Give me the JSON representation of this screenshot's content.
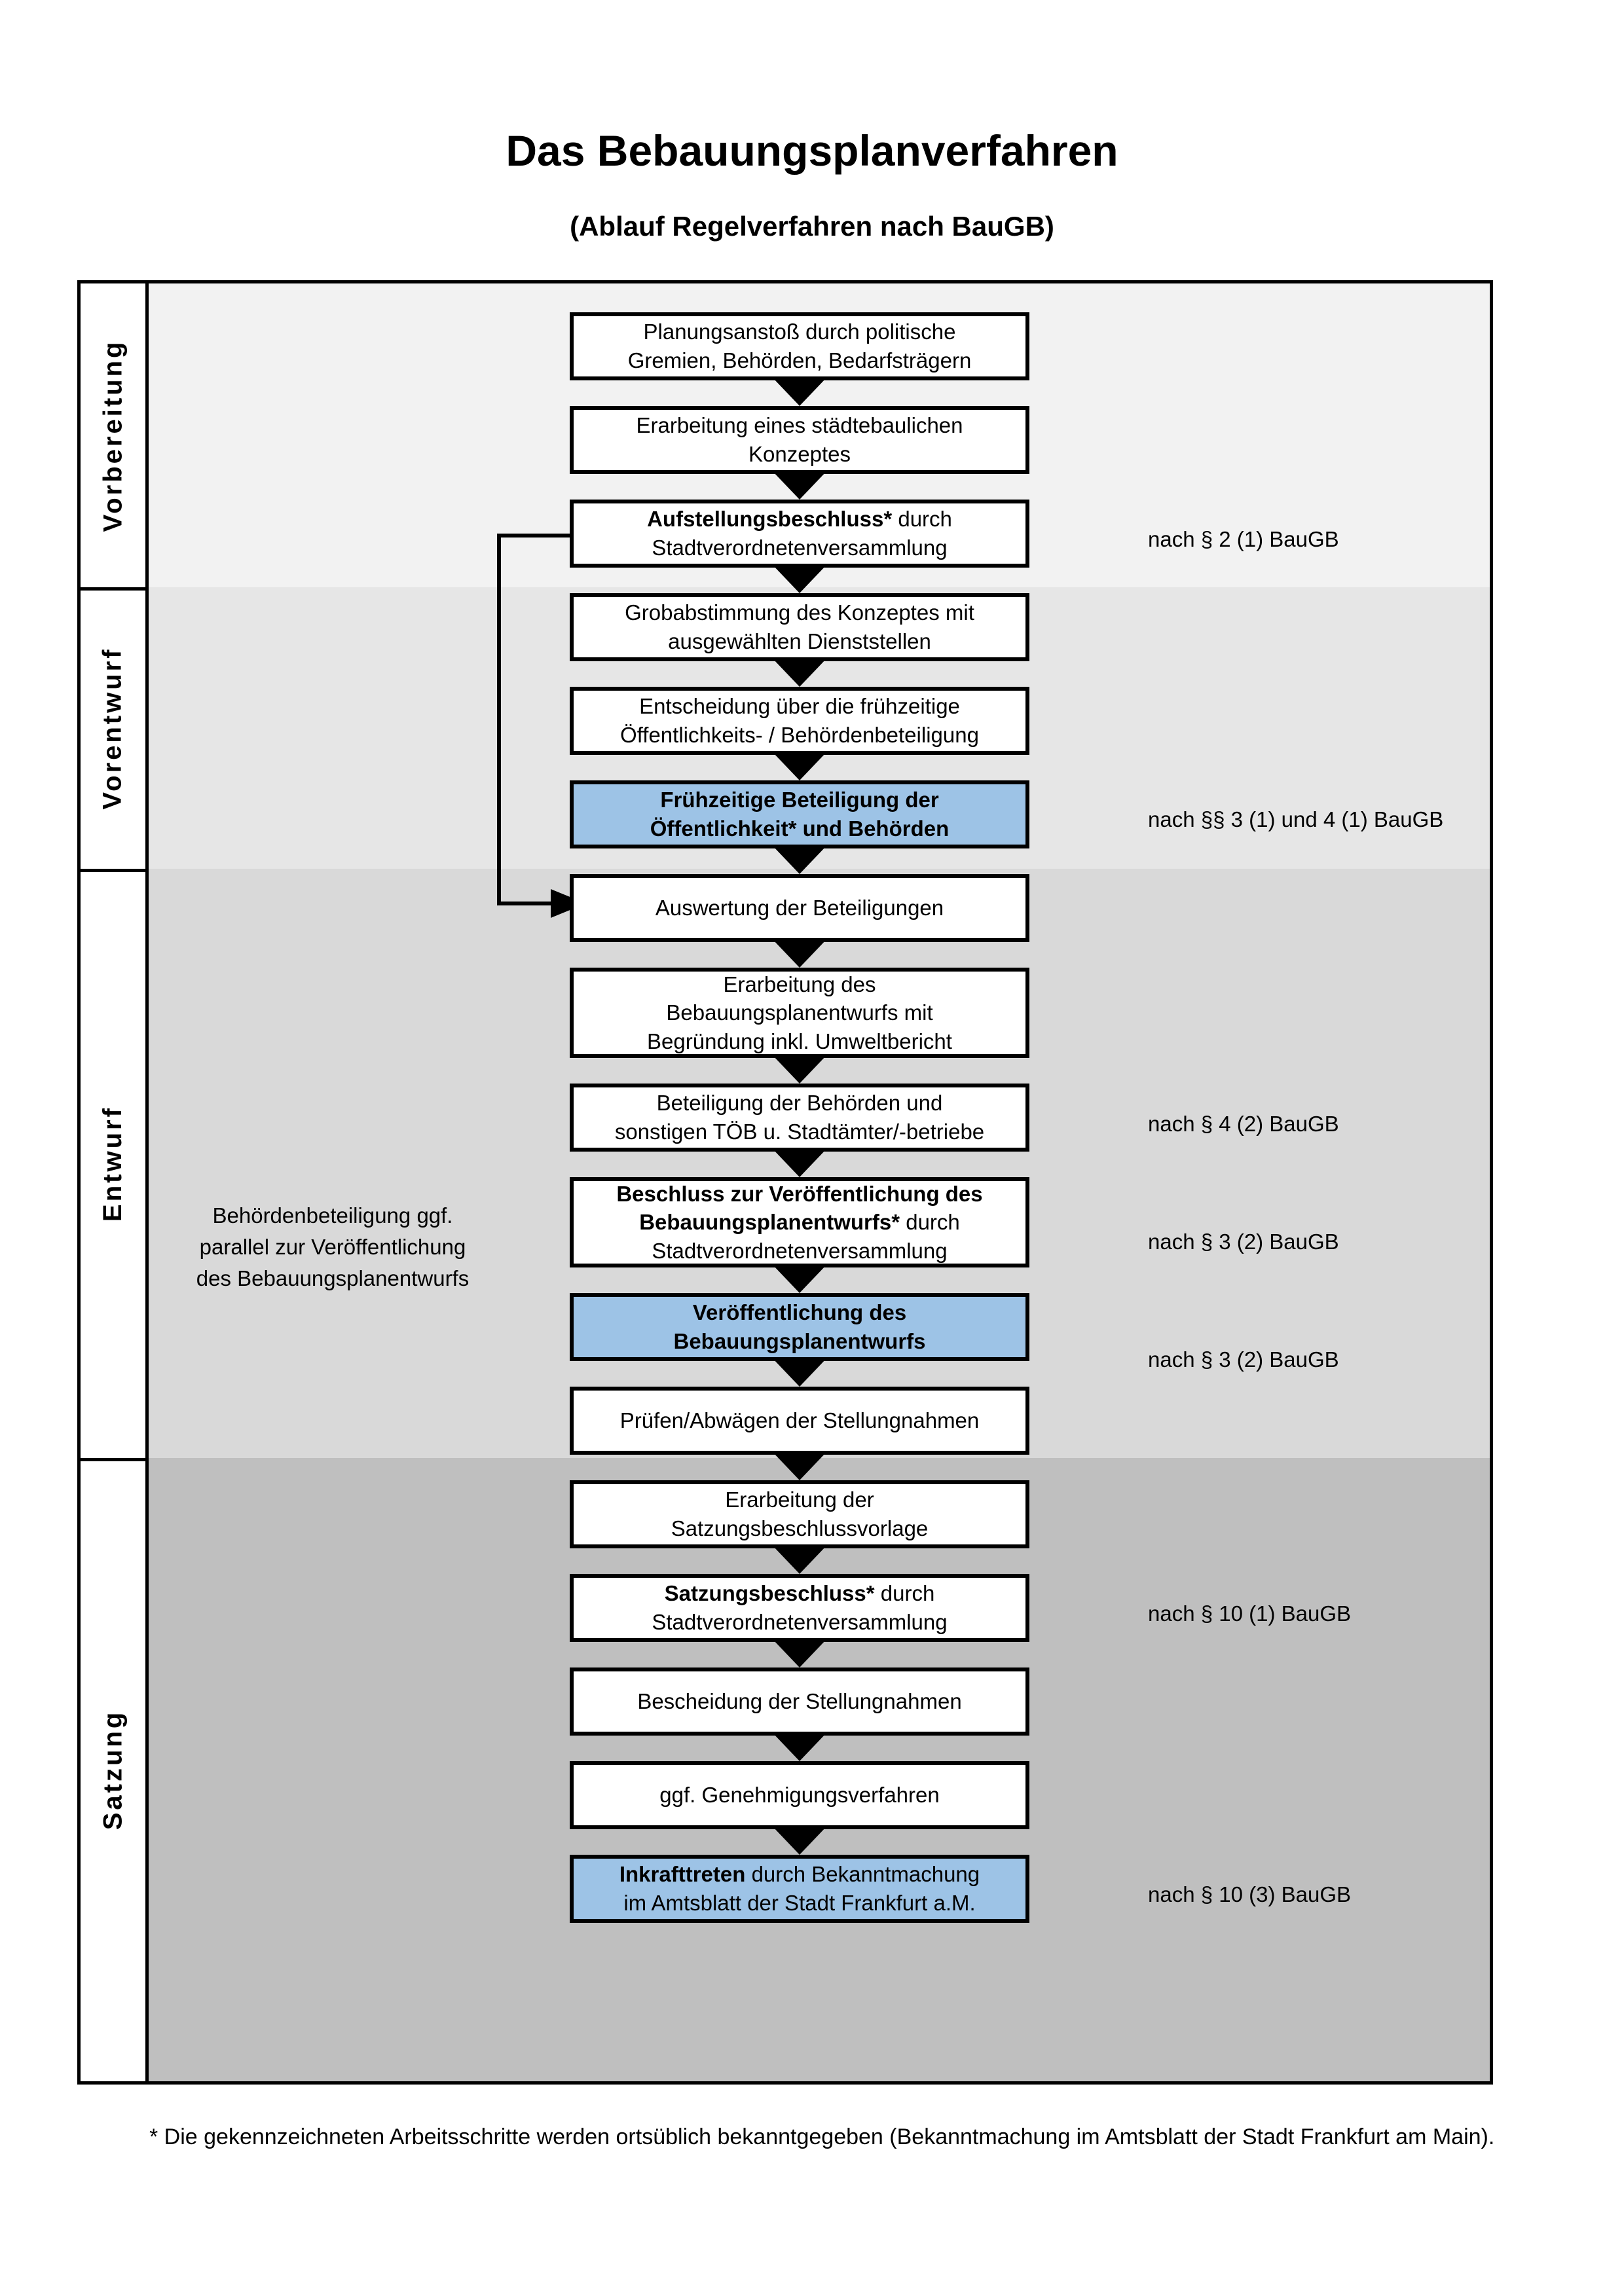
{
  "header": {
    "title": "Das Bebauungsplanverfahren",
    "subtitle": "(Ablauf Regelverfahren nach BauGB)"
  },
  "colors": {
    "highlight_blue": "#9DC3E6",
    "band_vorbereitung": "#F2F2F2",
    "band_vorentwurf": "#E6E6E6",
    "band_entwurf": "#D9D9D9",
    "band_satzung": "#BFBFBF",
    "stroke": "#000000"
  },
  "stages": [
    {
      "id": "vorbereitung",
      "label": "Vorbereitung",
      "fill": "#F2F2F2"
    },
    {
      "id": "vorentwurf",
      "label": "Vorentwurf",
      "fill": "#E6E6E6"
    },
    {
      "id": "entwurf",
      "label": "Entwurf",
      "fill": "#D9D9D9"
    },
    {
      "id": "satzung",
      "label": "Satzung",
      "fill": "#BFBFBF"
    }
  ],
  "steps": [
    {
      "id": "planungsanstoss",
      "stage": "vorbereitung",
      "highlight": false,
      "lines": [
        "Planungsanstoß durch politische",
        "Gremien, Behörden, Bedarfsträgern"
      ]
    },
    {
      "id": "staedtebauliches-konzept",
      "stage": "vorbereitung",
      "highlight": false,
      "lines": [
        "Erarbeitung eines städtebaulichen",
        "Konzeptes"
      ]
    },
    {
      "id": "aufstellungsbeschluss",
      "stage": "vorbereitung",
      "highlight": false,
      "lines": [
        "Aufstellungsbeschluss* durch",
        "Stadtverordnetenversammlung"
      ],
      "bold_prefix": "Aufstellungsbeschluss*"
    },
    {
      "id": "grobabstimmung",
      "stage": "vorentwurf",
      "highlight": false,
      "lines": [
        "Grobabstimmung des Konzeptes mit",
        "ausgewählten Dienststellen"
      ]
    },
    {
      "id": "entscheidung-fruehzeitige",
      "stage": "vorentwurf",
      "highlight": false,
      "lines": [
        "Entscheidung über die frühzeitige",
        "Öffentlichkeits- / Behördenbeteiligung"
      ]
    },
    {
      "id": "fruehzeitige-beteiligung",
      "stage": "vorentwurf",
      "highlight": true,
      "lines": [
        "Frühzeitige Beteiligung der",
        "Öffentlichkeit* und Behörden"
      ],
      "all_bold": true
    },
    {
      "id": "auswertung-beteiligungen",
      "stage": "entwurf",
      "highlight": false,
      "lines": [
        "Auswertung der Beteiligungen"
      ]
    },
    {
      "id": "erarbeitung-entwurf",
      "stage": "entwurf",
      "highlight": false,
      "lines": [
        "Erarbeitung des",
        "Bebauungsplanentwurfs mit",
        "Begründung inkl. Umweltbericht"
      ]
    },
    {
      "id": "beteiligung-behoerden",
      "stage": "entwurf",
      "highlight": false,
      "lines": [
        "Beteiligung der Behörden und",
        "sonstigen TÖB u. Stadtämter/-betriebe"
      ]
    },
    {
      "id": "beschluss-veroeffentlichung",
      "stage": "entwurf",
      "highlight": false,
      "lines": [
        "Beschluss zur Veröffentlichung des",
        "Bebauungsplanentwurfs* durch",
        "Stadtverordnetenversammlung"
      ],
      "bold_prefix": "Beschluss zur Veröffentlichung des Bebauungsplanentwurfs*"
    },
    {
      "id": "veroeffentlichung-entwurf",
      "stage": "entwurf",
      "highlight": true,
      "lines": [
        "Veröffentlichung des",
        "Bebauungsplanentwurfs"
      ],
      "all_bold": true
    },
    {
      "id": "pruefen-abwaegen",
      "stage": "satzung",
      "highlight": false,
      "lines": [
        "Prüfen/Abwägen der Stellungnahmen"
      ]
    },
    {
      "id": "satzungsbeschlussvorlage",
      "stage": "satzung",
      "highlight": false,
      "lines": [
        "Erarbeitung der",
        "Satzungsbeschlussvorlage"
      ]
    },
    {
      "id": "satzungsbeschluss",
      "stage": "satzung",
      "highlight": false,
      "lines": [
        "Satzungsbeschluss* durch",
        "Stadtverordnetenversammlung"
      ],
      "bold_prefix": "Satzungsbeschluss*"
    },
    {
      "id": "bescheidung-stellungnahmen",
      "stage": "satzung",
      "highlight": false,
      "lines": [
        "Bescheidung der Stellungnahmen"
      ]
    },
    {
      "id": "genehmigungsverfahren",
      "stage": "satzung",
      "highlight": false,
      "lines": [
        "ggf. Genehmigungsverfahren"
      ]
    },
    {
      "id": "inkrafttreten",
      "stage": "satzung",
      "highlight": true,
      "lines": [
        "Inkrafttreten durch Bekanntmachung",
        "im Amtsblatt der Stadt Frankfurt a.M."
      ],
      "bold_prefix": "Inkrafttreten"
    }
  ],
  "legal_notes": [
    {
      "id": "note-par2-1",
      "text": "nach § 2 (1) BauGB"
    },
    {
      "id": "note-par3-1-4-1",
      "text": "nach §§ 3 (1) und 4 (1) BauGB"
    },
    {
      "id": "note-par4-2",
      "text": "nach § 4 (2) BauGB"
    },
    {
      "id": "note-par3-2-a",
      "text": "nach § 3 (2) BauGB"
    },
    {
      "id": "note-par3-2-b",
      "text": "nach § 3 (2) BauGB"
    },
    {
      "id": "note-par10-1",
      "text": "nach § 10 (1) BauGB"
    },
    {
      "id": "note-par10-3",
      "text": "nach § 10 (3) BauGB"
    }
  ],
  "parallel_note": {
    "lines": [
      "Behördenbeteiligung",
      "ggf. parallel zur",
      "Veröffentlichung des",
      "Bebauungsplanentwurfs"
    ]
  },
  "footnote": {
    "text": "* Die gekennzeichneten Arbeitsschritte werden ortsüblich bekanntgegeben (Bekanntmachung im Amtsblatt  der Stadt Frankfurt am Main)."
  }
}
